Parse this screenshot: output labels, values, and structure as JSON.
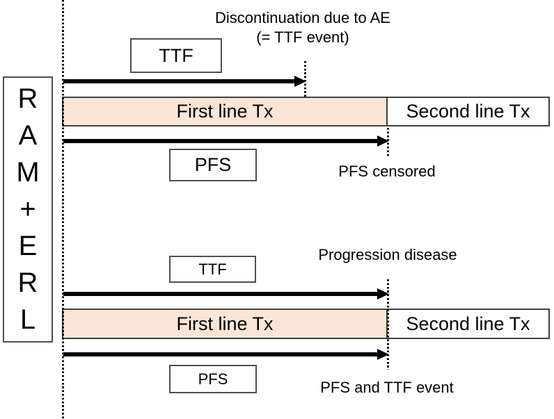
{
  "diagram": {
    "arm_label": "R\nA\nM\n+\nE\nR\nL",
    "top": {
      "annotation": "Discontinuation due to AE\n(= TTF event)",
      "ttf_label": "TTF",
      "pfs_label": "PFS",
      "first_line_label": "First line Tx",
      "second_line_label": "Second line Tx",
      "outcome_label": "PFS censored"
    },
    "bottom": {
      "annotation": "Progression disease",
      "ttf_label": "TTF",
      "pfs_label": "PFS",
      "first_line_label": "First line Tx",
      "second_line_label": "Second line Tx",
      "outcome_label": "PFS and TTF event"
    },
    "colors": {
      "first_line_fill": "#FBE5D6",
      "second_line_fill": "#FFFFFF",
      "arrow": "#000000",
      "border": "#3F3F3F"
    }
  }
}
